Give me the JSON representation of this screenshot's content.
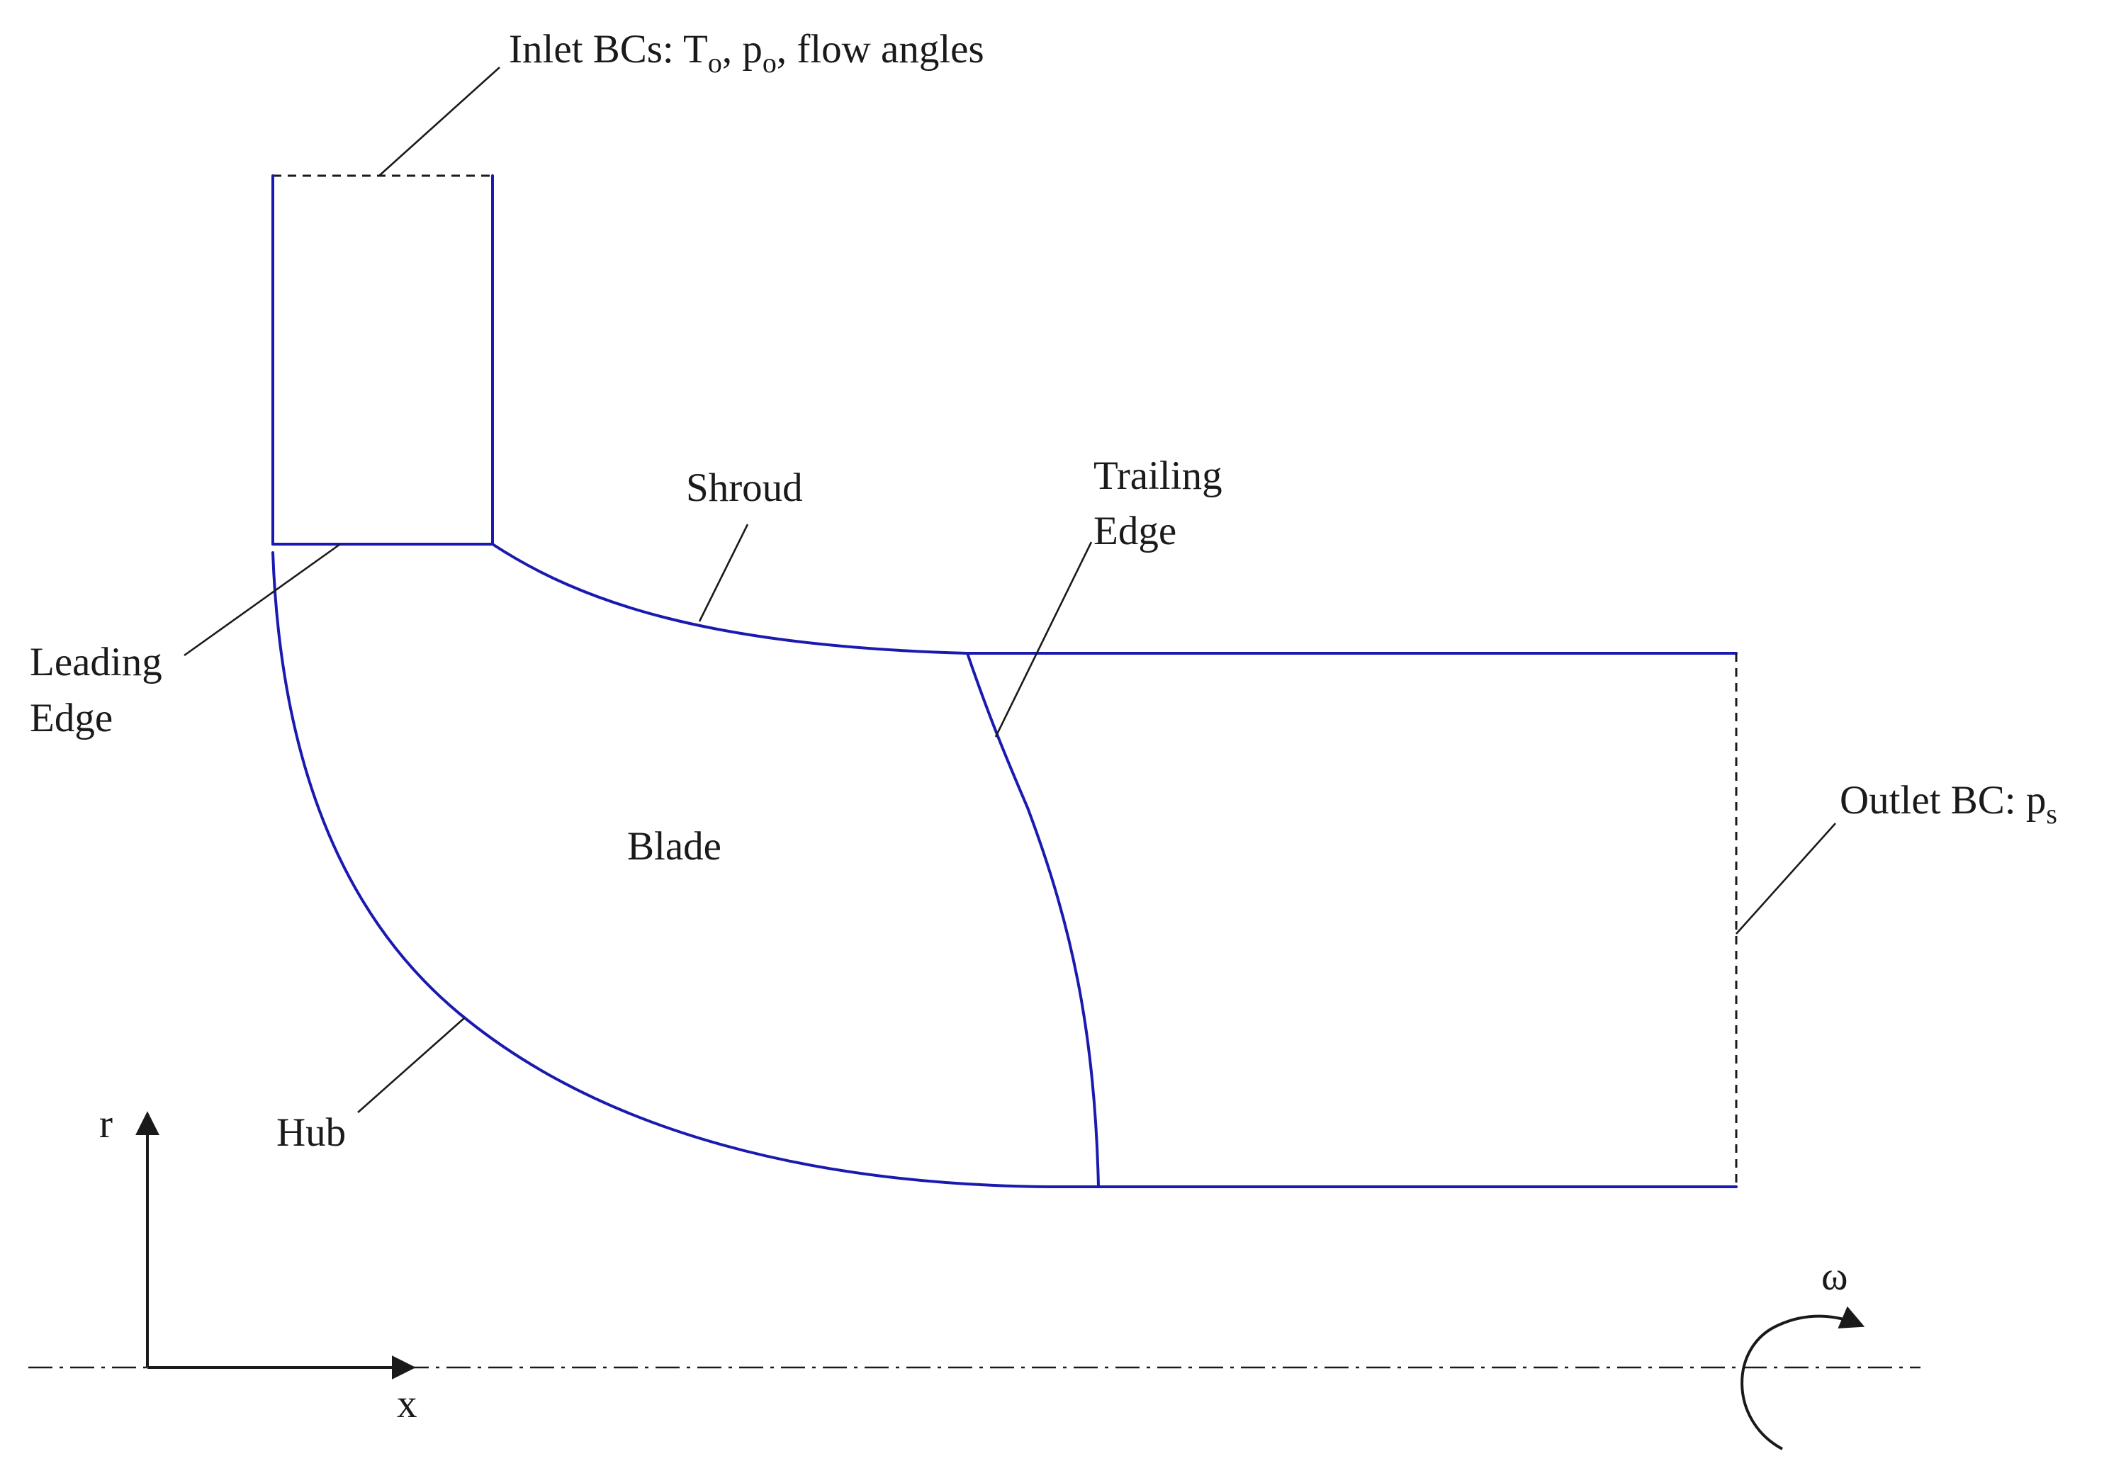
{
  "colors": {
    "geometry": "#1a1ab0",
    "text": "#1a1a1a"
  },
  "labels": {
    "inlet_prefix": "Inlet BCs: T",
    "inlet_sub1": "o",
    "inlet_mid": ", p",
    "inlet_sub2": "o",
    "inlet_suffix": ", flow angles",
    "shroud": "Shroud",
    "trailing_line1": "Trailing",
    "trailing_line2": "Edge",
    "leading_line1": "Leading",
    "leading_line2": "Edge",
    "blade": "Blade",
    "outlet_prefix": "Outlet BC: p",
    "outlet_sub": "s",
    "hub": "Hub",
    "axis_r": "r",
    "axis_x": "x",
    "omega": "ω"
  }
}
